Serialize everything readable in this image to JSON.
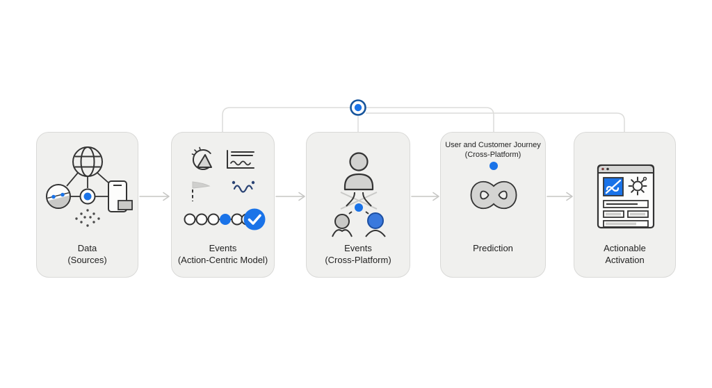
{
  "colors": {
    "accent_blue": "#1a73e8",
    "node_ring_navy": "#17559c",
    "card_background": "#f0f0ee",
    "card_border": "#d9d9d7",
    "connector_gray": "#dcdcda",
    "arrow_gray": "#c6c6c4",
    "icon_outline": "#333333",
    "icon_gray_fill": "#cfcfcd",
    "label_text": "#1f1f1f"
  },
  "cards": [
    {
      "id": "data-sources",
      "icon": "data-sources-network-icon",
      "label": {
        "line1": "Data",
        "line2": "(Sources)"
      }
    },
    {
      "id": "events-action-centric",
      "icon": "event-timeline-check-icon",
      "label": {
        "line1": "Events",
        "line2": "(Action-Centric Model)"
      }
    },
    {
      "id": "events-cross-platform",
      "icon": "user-branch-icon",
      "label": {
        "line1": "Events",
        "line2": "(Cross-Platform)"
      }
    },
    {
      "id": "prediction",
      "icon": "infinity-loop-icon",
      "header": {
        "line1": "User and Customer Journey",
        "line2": "(Cross-Platform)"
      },
      "label": {
        "line1": "Prediction",
        "line2": ""
      }
    },
    {
      "id": "actionable-activation",
      "icon": "browser-activation-icon",
      "label": {
        "line1": "Actionable",
        "line2": "Activation"
      }
    }
  ],
  "connector": {
    "node": "blue-dot-node",
    "connects_to": [
      "events-action-centric",
      "events-cross-platform",
      "prediction",
      "actionable-activation"
    ]
  },
  "arrows": {
    "count": 4,
    "direction": "right"
  }
}
